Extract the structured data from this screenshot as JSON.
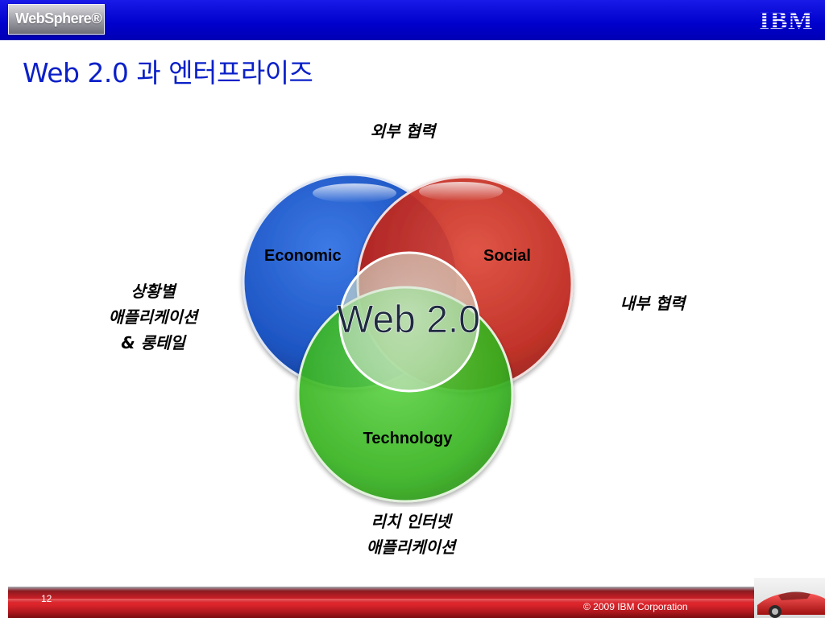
{
  "header": {
    "product_badge": "WebSphere®",
    "company_logo": "IBM"
  },
  "slide": {
    "title": "Web 2.0 과 엔터프라이즈"
  },
  "venn": {
    "center_label": "Web 2.0",
    "circles": [
      {
        "label": "Economic",
        "color": "#1e56c4"
      },
      {
        "label": "Social",
        "color": "#c0251b"
      },
      {
        "label": "Technology",
        "color": "#36b51e"
      }
    ]
  },
  "labels": {
    "external": "외부 협력",
    "situational": [
      "상황별",
      "애플리케이션",
      "& 롱테일"
    ],
    "internal": "내부 협력",
    "rich": [
      "리치 인터넷",
      "애플리케이션"
    ]
  },
  "footer": {
    "page_number": "12",
    "copyright": "© 2009 IBM Corporation"
  },
  "colors": {
    "header_blue": "#0000cc",
    "title_blue": "#0a20c8",
    "footer_red": "#c41e25"
  }
}
